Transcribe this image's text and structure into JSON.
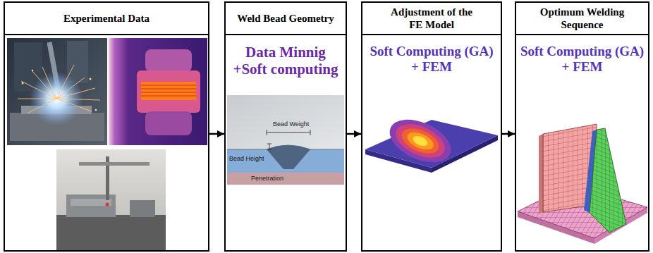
{
  "diagram": {
    "nodes": [
      {
        "text": [
          "Experimental Data"
        ]
      },
      {
        "text": [
          "Weld Bead Geometry",
          "Data Minnig +Soft computing"
        ]
      },
      {
        "text": [
          "Adjustment of the FE Model",
          "Soft Computing (GA) + FEM"
        ]
      },
      {
        "text": [
          "Optimum Welding Sequence",
          "Soft Computing (GA) + FEM"
        ]
      }
    ],
    "edges": [
      {
        "from": 0,
        "to": 1,
        "arrow": "to"
      },
      {
        "from": 1,
        "to": 2,
        "arrow": "to"
      },
      {
        "from": 2,
        "to": 3,
        "arrow": "to"
      }
    ],
    "labels": [
      "Bead Weight",
      "Bead Height",
      "Penetration"
    ]
  }
}
